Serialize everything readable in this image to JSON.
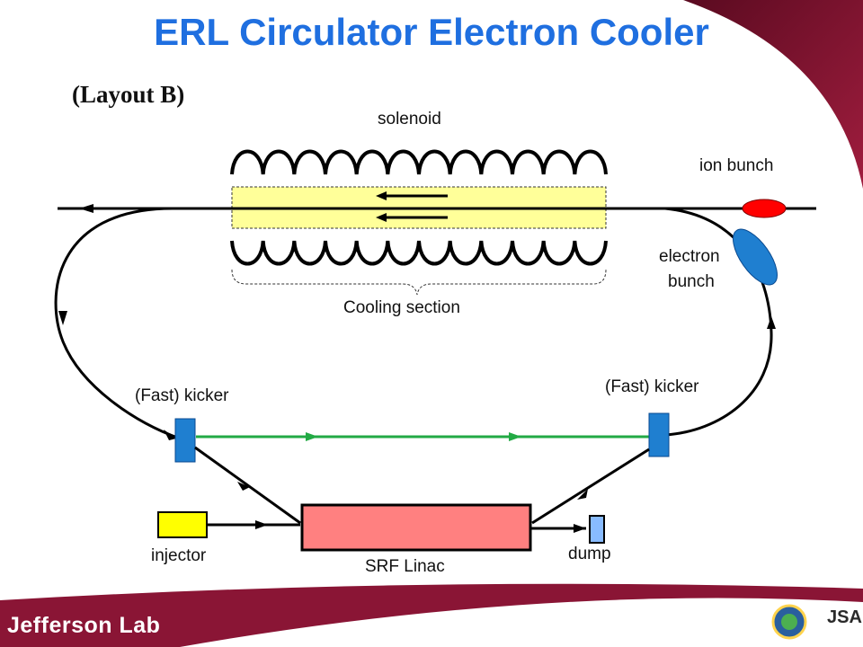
{
  "slide": {
    "title": "ERL Circulator Electron Cooler",
    "subtitle": "(Layout B)",
    "footer_logo": "Jefferson Lab",
    "footer_badge": "JSA",
    "colors": {
      "title": "#1f6fe0",
      "swoosh": "#8a1535",
      "cooling_section_fill": "#ffff99",
      "linac_fill": "#ff8080",
      "kicker_fill": "#1f7fd0",
      "injector_fill": "#ffff00",
      "dump_fill": "#88bbff",
      "ion_bunch": "#ff0000",
      "electron_bunch": "#1f7fd0",
      "green_line": "#22aa44"
    }
  },
  "diagram": {
    "labels": {
      "solenoid": "solenoid",
      "ion_bunch": "ion bunch",
      "electron_bunch_line1": "electron",
      "electron_bunch_line2": "bunch",
      "cooling_section": "Cooling section",
      "kicker_left": "(Fast) kicker",
      "kicker_right": "(Fast) kicker",
      "injector": "injector",
      "srf_linac": "SRF Linac",
      "dump": "dump"
    }
  }
}
